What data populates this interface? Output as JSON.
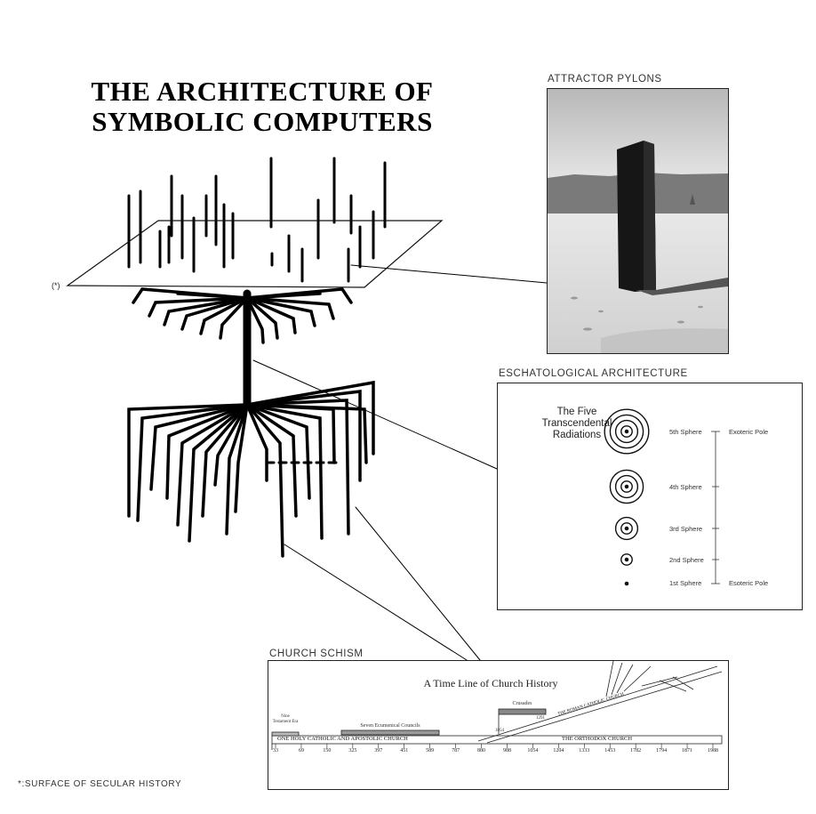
{
  "title_line1": "THE ARCHITECTURE OF",
  "title_line2": "SYMBOLIC COMPUTERS",
  "surface_marker": "(*)",
  "footnote": "*:SURFACE OF SECULAR HISTORY",
  "panels": {
    "attractor": {
      "caption": "ATTRACTOR PYLONS"
    },
    "eschatological": {
      "caption": "ESCHATOLOGICAL ARCHITECTURE",
      "heading": "The Five Transcendental Radiations",
      "spheres": [
        {
          "label": "5th Sphere",
          "rings": 4
        },
        {
          "label": "4th Sphere",
          "rings": 3
        },
        {
          "label": "3rd Sphere",
          "rings": 2
        },
        {
          "label": "2nd Sphere",
          "rings": 1
        },
        {
          "label": "1st Sphere",
          "rings": 0
        }
      ],
      "pole_top": "Exoteric Pole",
      "pole_bottom": "Esoteric Pole"
    },
    "church": {
      "caption": "CHURCH SCHISM",
      "heading": "A Time Line of Church History",
      "main_band": "ONE HOLY CATHOLIC AND APOSTOLIC CHURCH",
      "orthodox_band": "THE ORTHODOX CHURCH",
      "roman_band": "THE ROMAN CATHOLIC CHURCH",
      "era_label": "Nine Testament Era",
      "councils_label": "Seven Ecumenical Councils",
      "crusades_label": "Crusades",
      "crusades_end": "1291",
      "split_year": "1054",
      "years": [
        "33",
        "69",
        "150",
        "325",
        "397",
        "451",
        "589",
        "787",
        "880",
        "988",
        "1054",
        "1204",
        "1333",
        "1453",
        "1782",
        "1794",
        "1871",
        "1988"
      ]
    }
  }
}
